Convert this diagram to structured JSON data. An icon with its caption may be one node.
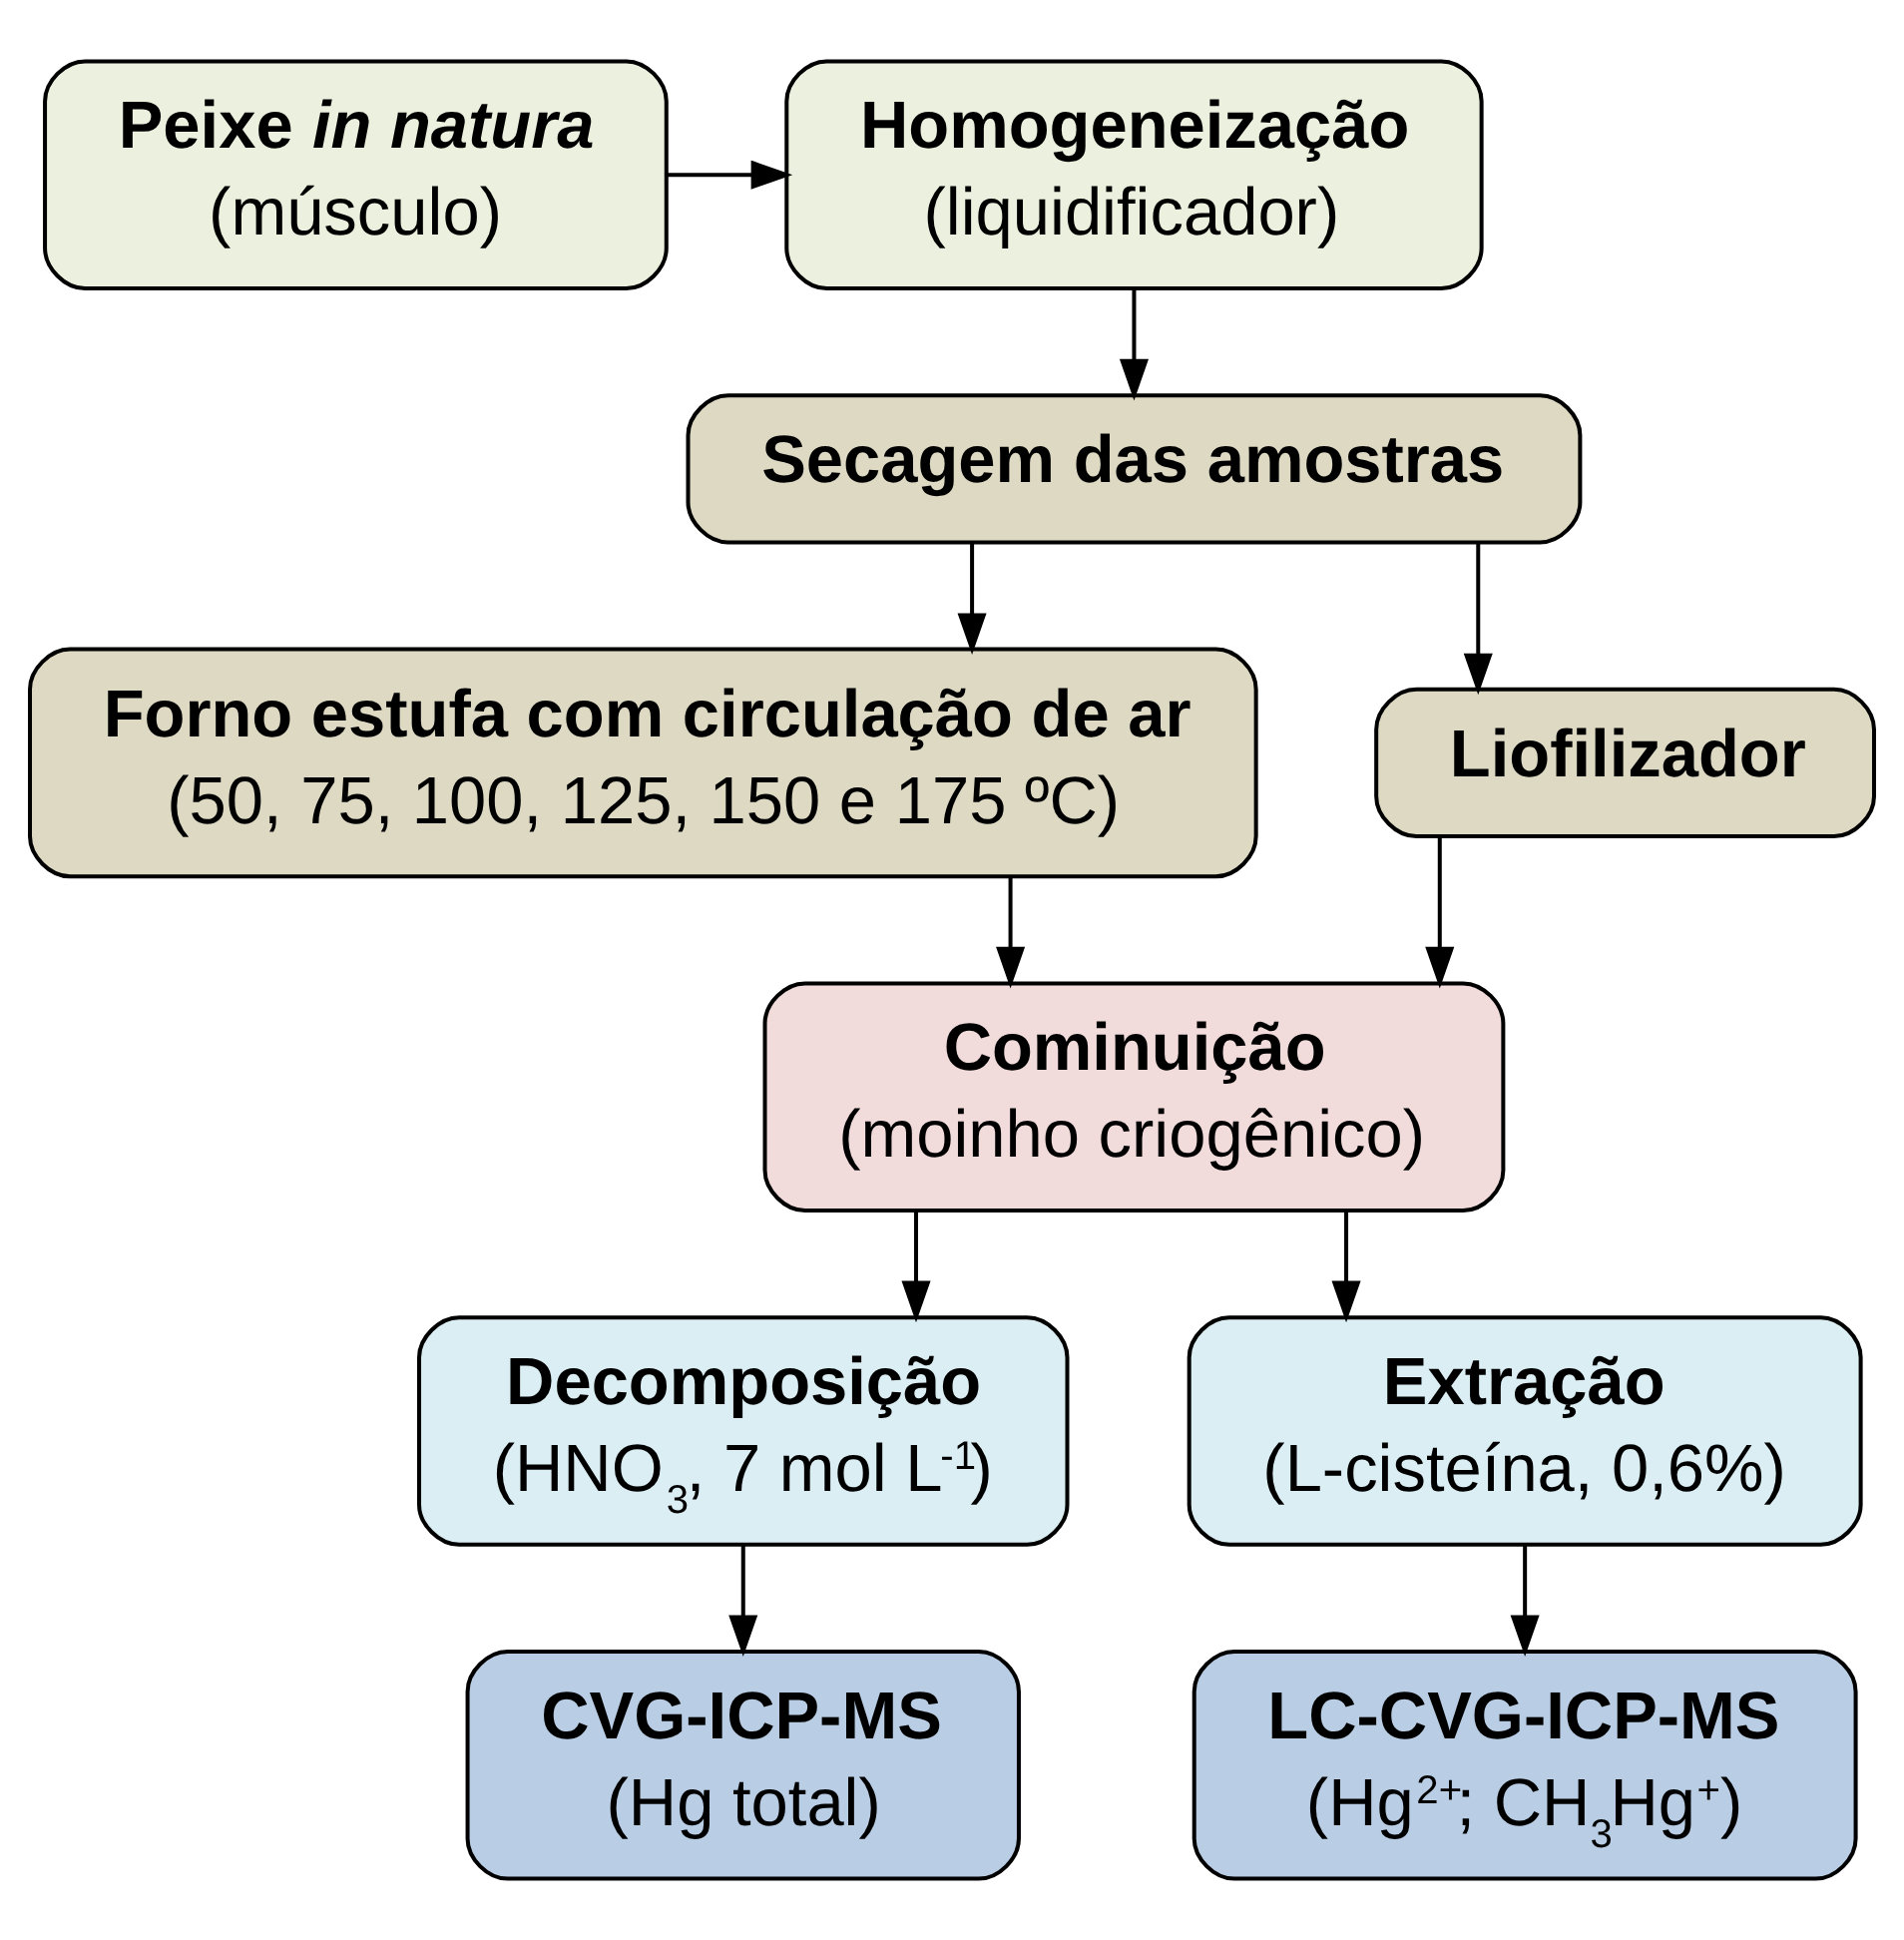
{
  "diagram": {
    "nodes": [
      {
        "text": [
          "Peixe *in natura*",
          "(músculo)"
        ]
      },
      {
        "text": [
          "Homogeneização",
          "(liquidificador)"
        ]
      },
      {
        "text": [
          "Secagem das amostras"
        ]
      },
      {
        "text": [
          "Forno estufa com circulação de ar",
          "(50, 75, 100, 125, 150 e 175 ºC)"
        ]
      },
      {
        "text": [
          "Liofilizador"
        ]
      },
      {
        "text": [
          "Cominuição",
          "(moinho criogênico)"
        ]
      },
      {
        "text": [
          "Decomposição",
          "(HNO$_{3}$, 7 mol L$^{-1}$)"
        ]
      },
      {
        "text": [
          "Extração",
          "(L-cisteína, 0,6%)"
        ]
      },
      {
        "text": [
          "CVG-ICP-MS",
          "(Hg total)"
        ]
      },
      {
        "text": [
          "LC-CVG-ICP-MS",
          "(Hg$^{2+}$; CH$_{3}$Hg$^{+}$)"
        ]
      }
    ],
    "edges": [
      {
        "from": 0,
        "to": 1,
        "arrow": "to"
      },
      {
        "from": 1,
        "to": 2,
        "arrow": "to"
      },
      {
        "from": 2,
        "to": 3,
        "arrow": "to"
      },
      {
        "from": 2,
        "to": 4,
        "arrow": "to"
      },
      {
        "from": 3,
        "to": 5,
        "arrow": "to"
      },
      {
        "from": 4,
        "to": 5,
        "arrow": "to"
      },
      {
        "from": 5,
        "to": 6,
        "arrow": "to"
      },
      {
        "from": 5,
        "to": 7,
        "arrow": "to"
      },
      {
        "from": 6,
        "to": 8,
        "arrow": "to"
      },
      {
        "from": 7,
        "to": 9,
        "arrow": "to"
      }
    ]
  }
}
